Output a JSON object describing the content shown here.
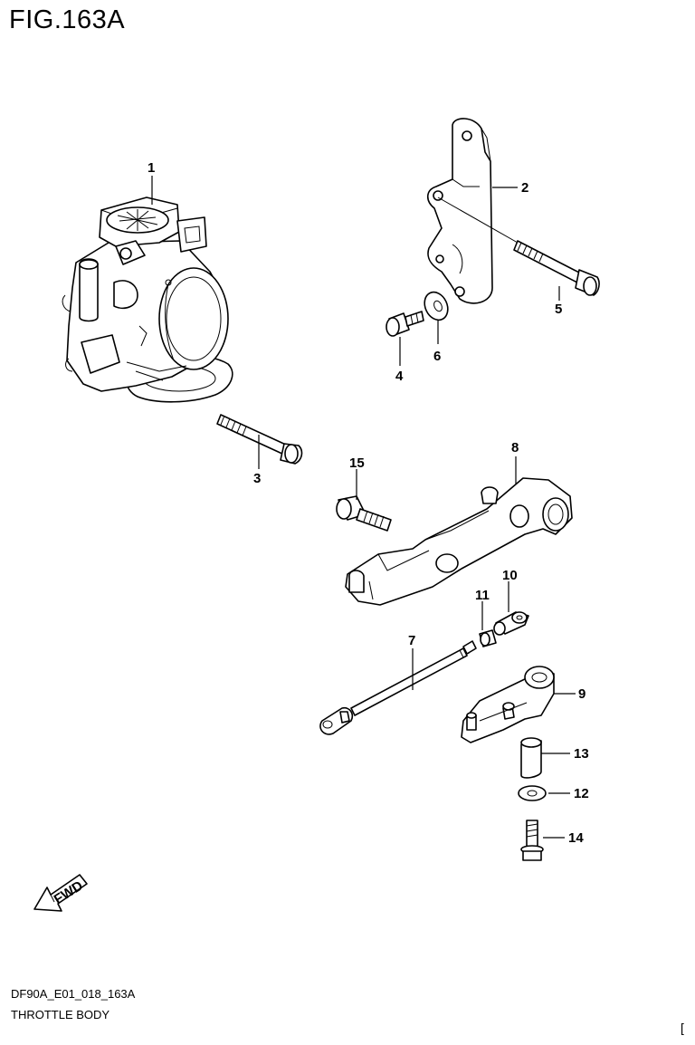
{
  "figure": {
    "title": "FIG.163A",
    "code": "DF90A_E01_018_163A",
    "caption": "THROTTLE BODY",
    "corner_mark": "["
  },
  "fwd_label": "FWD",
  "callouts": [
    "1",
    "2",
    "3",
    "4",
    "5",
    "6",
    "7",
    "8",
    "9",
    "10",
    "11",
    "12",
    "13",
    "14",
    "15"
  ]
}
